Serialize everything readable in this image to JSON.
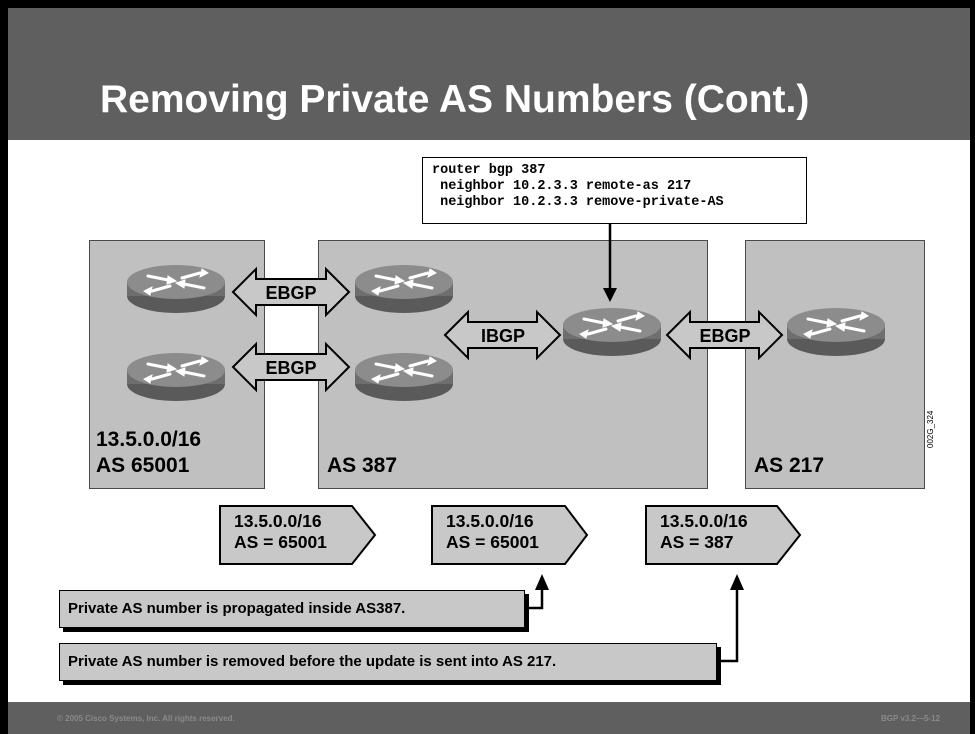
{
  "title": "Removing Private AS Numbers (Cont.)",
  "config": {
    "lines": [
      "router bgp 387",
      " neighbor 10.2.3.3 remote-as 217",
      " neighbor 10.2.3.3 remove-private-AS"
    ]
  },
  "as_boxes": {
    "left": {
      "line1": "13.5.0.0/16",
      "line2": "AS 65001"
    },
    "middle": {
      "line1": "AS 387"
    },
    "right": {
      "line1": "AS 217"
    }
  },
  "sessions": {
    "ebgp_top": "EBGP",
    "ebgp_bottom": "EBGP",
    "ibgp": "IBGP",
    "ebgp_right": "EBGP"
  },
  "routes": [
    {
      "prefix": "13.5.0.0/16",
      "as": "AS = 65001"
    },
    {
      "prefix": "13.5.0.0/16",
      "as": "AS = 65001"
    },
    {
      "prefix": "13.5.0.0/16",
      "as": "AS = 387"
    }
  ],
  "callouts": {
    "propagated": "Private AS number is propagated inside AS387.",
    "removed": "Private AS number is removed before the update is sent into AS 217."
  },
  "figure_id": "002G_324",
  "footer": {
    "copyright": "© 2005 Cisco Systems, Inc. All rights reserved.",
    "course": "BGP v3.2—5-12"
  },
  "colors": {
    "title_bar": "#5f5f5f",
    "as_box": "#c0c0c0",
    "router": "#7a7a7a",
    "arrow": "#c8c8c8"
  }
}
